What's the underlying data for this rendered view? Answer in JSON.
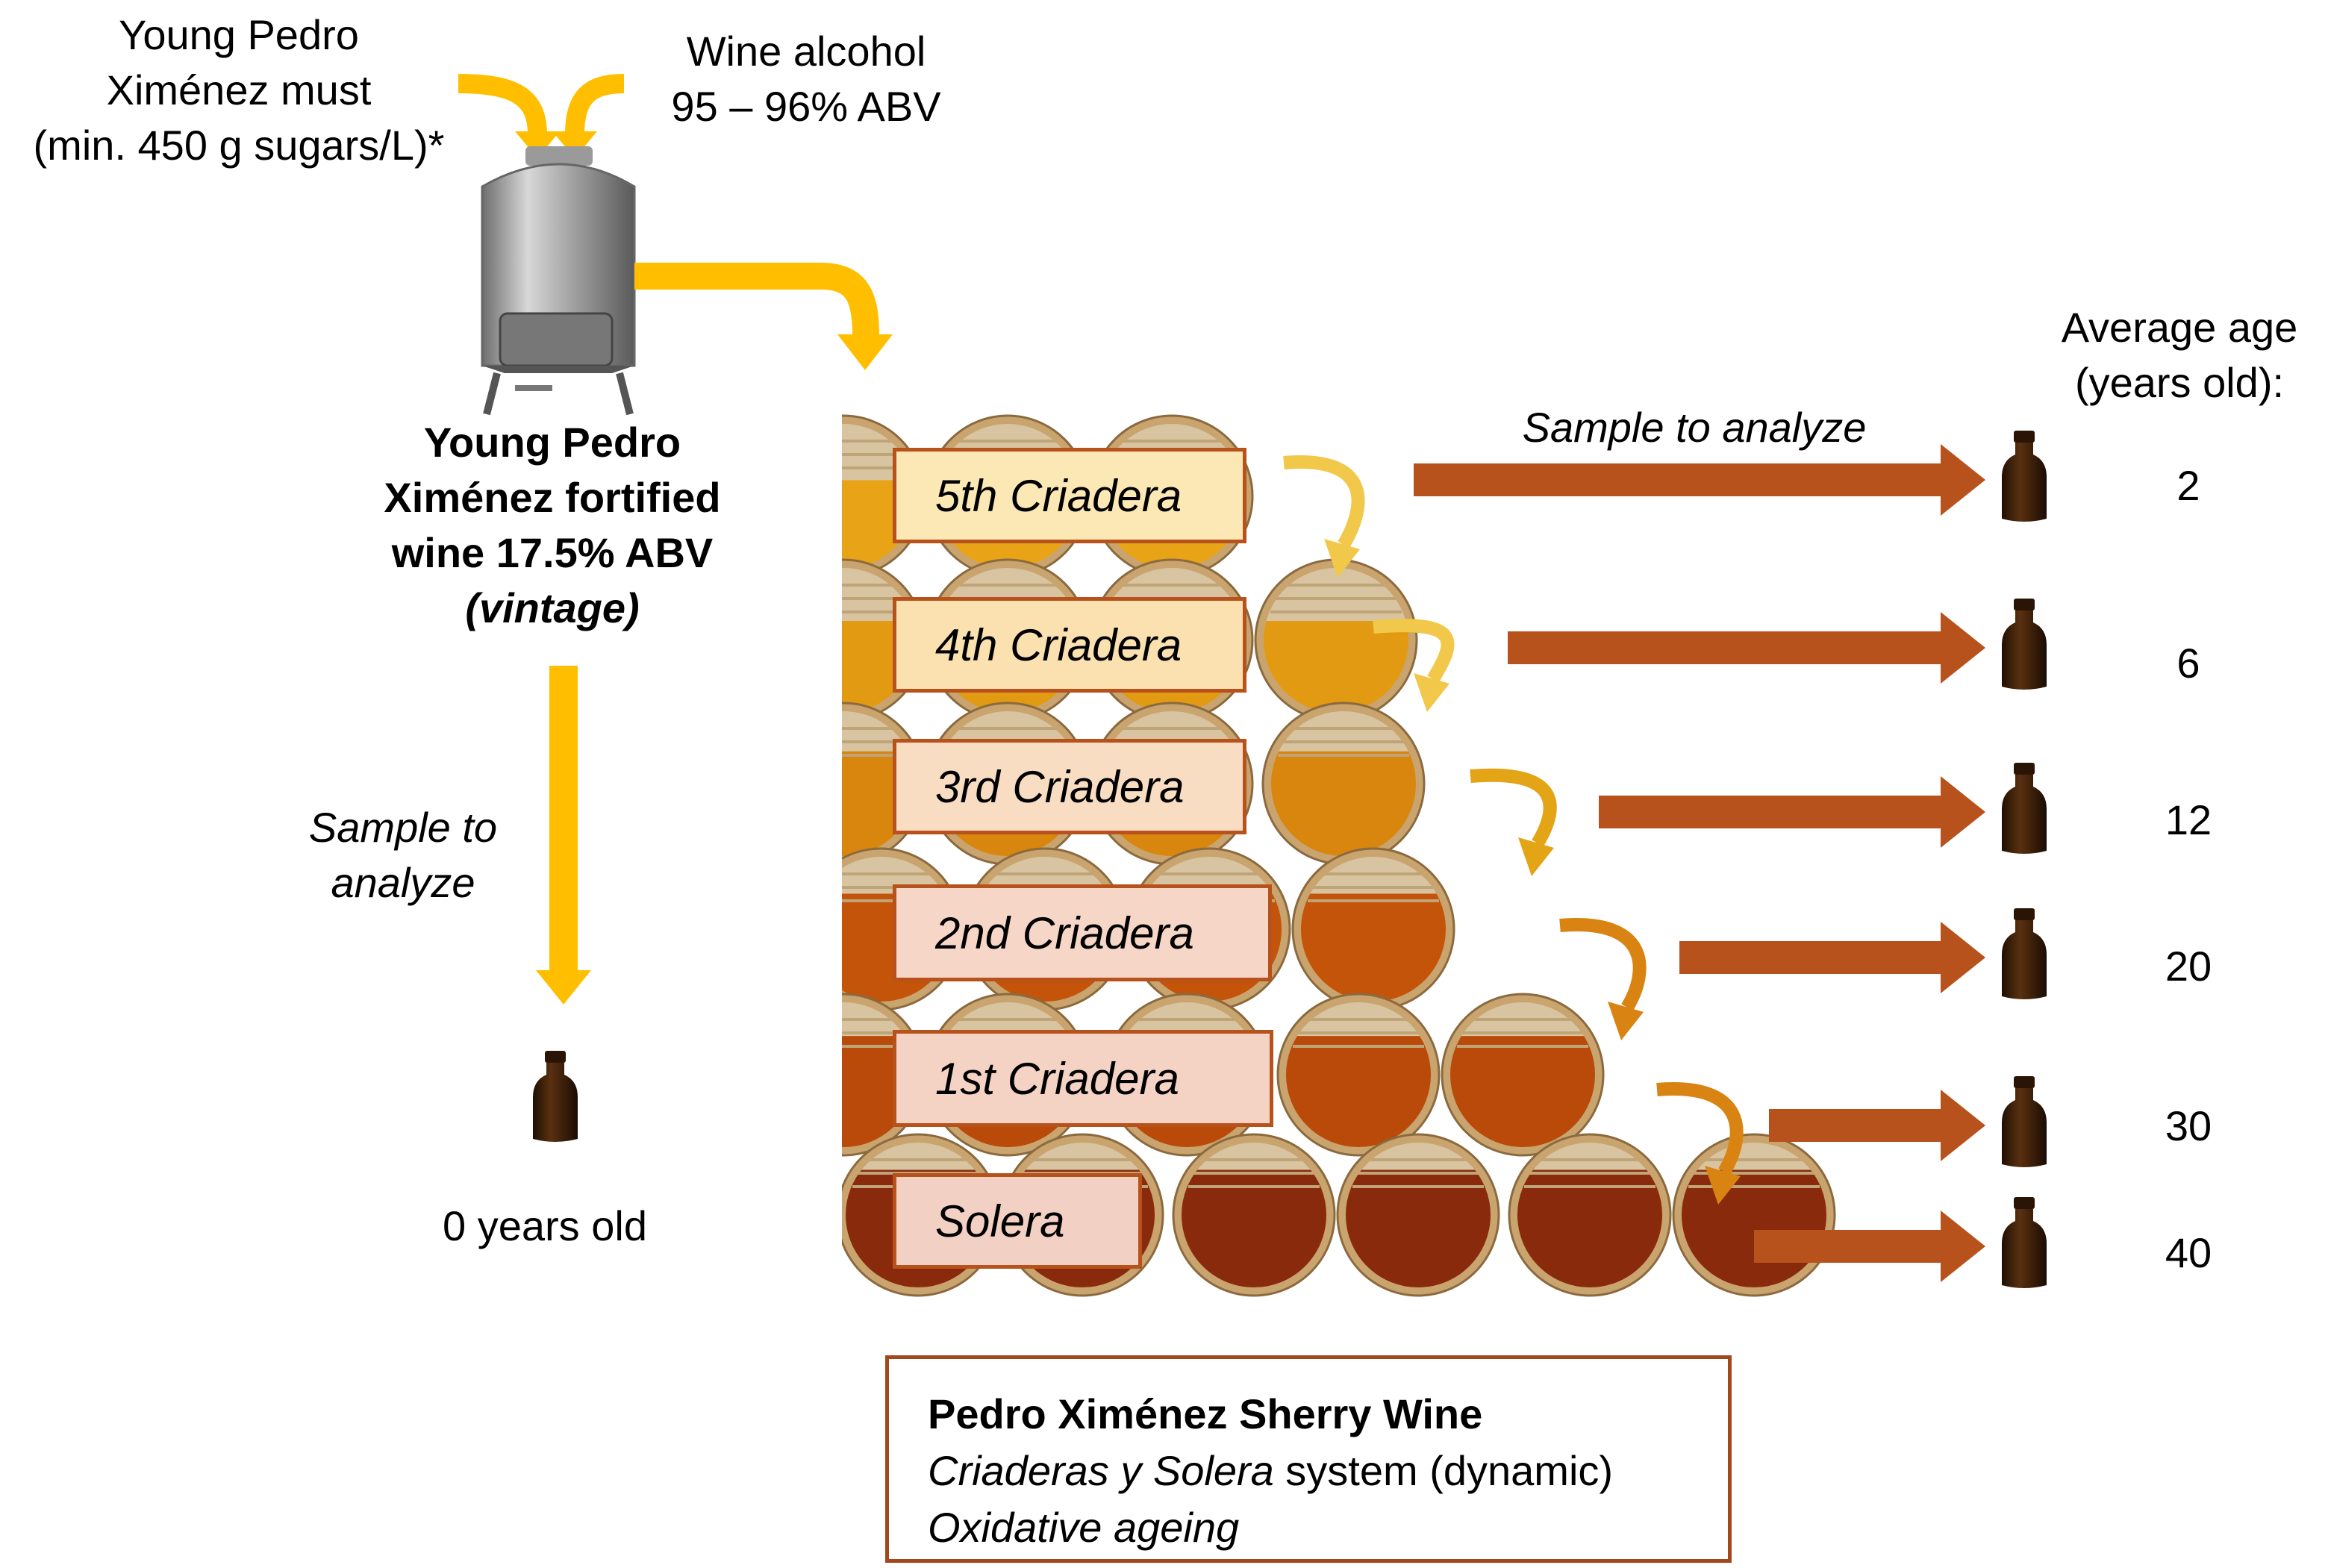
{
  "inputs": {
    "must": [
      "Young Pedro",
      "Ximénez must",
      "(min. 450 g sugars/L)*"
    ],
    "alcohol": [
      "Wine alcohol",
      "95 – 96% ABV"
    ]
  },
  "fortified": {
    "line1": "Young Pedro",
    "line2": "Ximénez fortified",
    "line3": "wine 17.5% ABV",
    "line4": "(vintage)"
  },
  "left_sample": {
    "line1": "Sample to",
    "line2": "analyze"
  },
  "zero_age": "0 years old",
  "top_sample": "Sample to analyze",
  "age_header": [
    "Average age",
    "(years old):"
  ],
  "levels": [
    {
      "label": "5th Criadera",
      "age": "2",
      "color": "#e8a317"
    },
    {
      "label": "4th Criadera",
      "age": "6",
      "color": "#e29a12"
    },
    {
      "label": "3rd Criadera",
      "age": "12",
      "color": "#d9860f"
    },
    {
      "label": "2nd Criadera",
      "age": "20",
      "color": "#c4540a"
    },
    {
      "label": "1st Criadera",
      "age": "30",
      "color": "#b94a0a"
    },
    {
      "label": "Solera",
      "age": "40",
      "color": "#8a2a0c"
    }
  ],
  "summary": {
    "title": "Pedro Ximénez Sherry Wine",
    "line2_em": "Criaderas y Solera",
    "line2_rest": " system (dynamic)",
    "line3": "Oxidative ageing"
  },
  "colors": {
    "yellow_arrow": "#ffbf00",
    "brown_arrow": "#b7521c",
    "box_border": "#b7521c",
    "barrel_rim": "#c9a46e",
    "barrel_empty": "#d8c4a0",
    "bottle": "#3a1e0a"
  }
}
